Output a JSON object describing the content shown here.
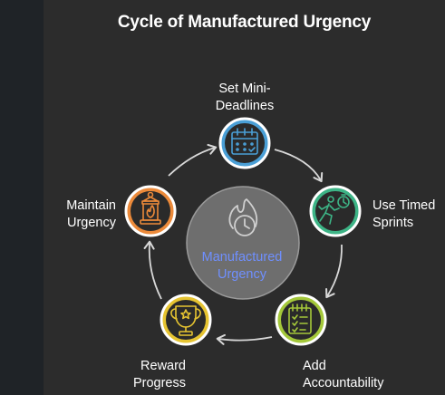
{
  "title": "Cycle of Manufactured Urgency",
  "center": {
    "line1": "Manufactured",
    "line2": "Urgency",
    "icon": "clock-fire-icon"
  },
  "steps": [
    {
      "line1": "Set Mini-",
      "line2": "Deadlines",
      "icon": "calendar-icon",
      "color": "#4a9fd6"
    },
    {
      "line1": "Use Timed",
      "line2": "Sprints",
      "icon": "running-stopwatch-icon",
      "color": "#3db486"
    },
    {
      "line1": "Add",
      "line2": "Accountability",
      "icon": "checklist-icon",
      "color": "#a4c83a"
    },
    {
      "line1": "Reward",
      "line2": "Progress",
      "icon": "trophy-icon",
      "color": "#e6c431"
    },
    {
      "line1": "Maintain",
      "line2": "Urgency",
      "icon": "lantern-icon",
      "color": "#ec8a3a"
    }
  ]
}
